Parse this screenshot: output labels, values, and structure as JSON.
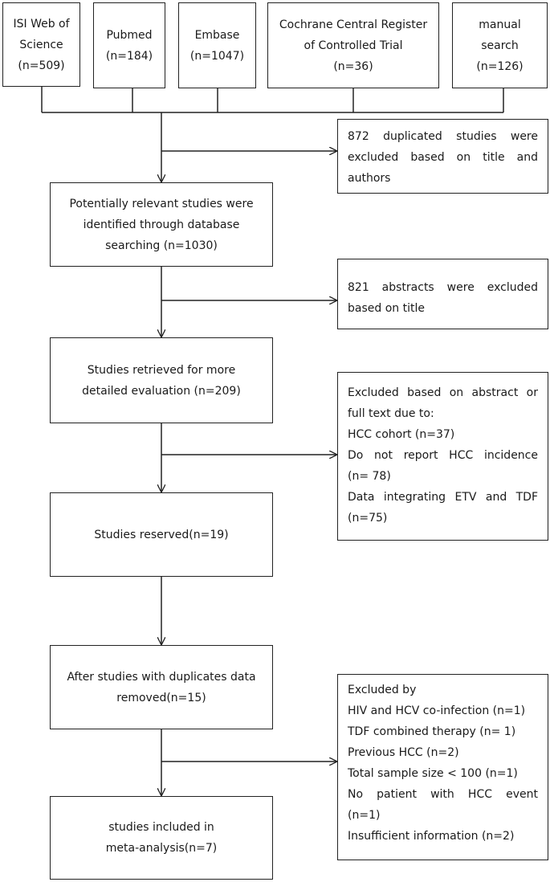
{
  "sources": [
    {
      "name": "ISI Web of Science",
      "count": "(n=509)"
    },
    {
      "name": "Pubmed",
      "count": "(n=184)"
    },
    {
      "name": "Embase",
      "count": "(n=1047)"
    },
    {
      "name": "Cochrane Central Register of Controlled Trial",
      "count": "(n=36)"
    },
    {
      "name": "manual search",
      "count": "(n=126)"
    }
  ],
  "main": {
    "identified": [
      "Potentially relevant studies were",
      "identified through database",
      "searching (n=1030)"
    ],
    "retrieved": [
      "Studies retrieved for more",
      "detailed evaluation (n=209)"
    ],
    "reserved": "Studies reserved(n=19)",
    "after_duplicates": [
      "After studies with duplicates data",
      "removed(n=15)"
    ],
    "included": [
      "studies included in",
      "meta-analysis(n=7)"
    ]
  },
  "exclusions": {
    "duplicates": [
      "872 duplicated studies were",
      "excluded based on title and",
      "authors"
    ],
    "abstracts": [
      "821 abstracts were excluded",
      "based on title"
    ],
    "fulltext": {
      "header": [
        "Excluded based on abstract or",
        "full text due to:"
      ],
      "items": [
        [
          "HCC cohort (n=37)"
        ],
        [
          "Do not report HCC incidence",
          "(n= 78)"
        ],
        [
          "Data integrating ETV and TDF",
          "(n=75)"
        ]
      ]
    },
    "final": {
      "header": "Excluded by",
      "items": [
        [
          "HIV and HCV co-infection (n=1)"
        ],
        [
          "TDF combined therapy (n= 1)"
        ],
        [
          "Previous HCC (n=2)"
        ],
        [
          "Total sample size < 100 (n=1)"
        ],
        [
          "No patient with HCC event",
          "(n=1)"
        ],
        [
          "Insufficient information (n=2)"
        ]
      ]
    }
  }
}
